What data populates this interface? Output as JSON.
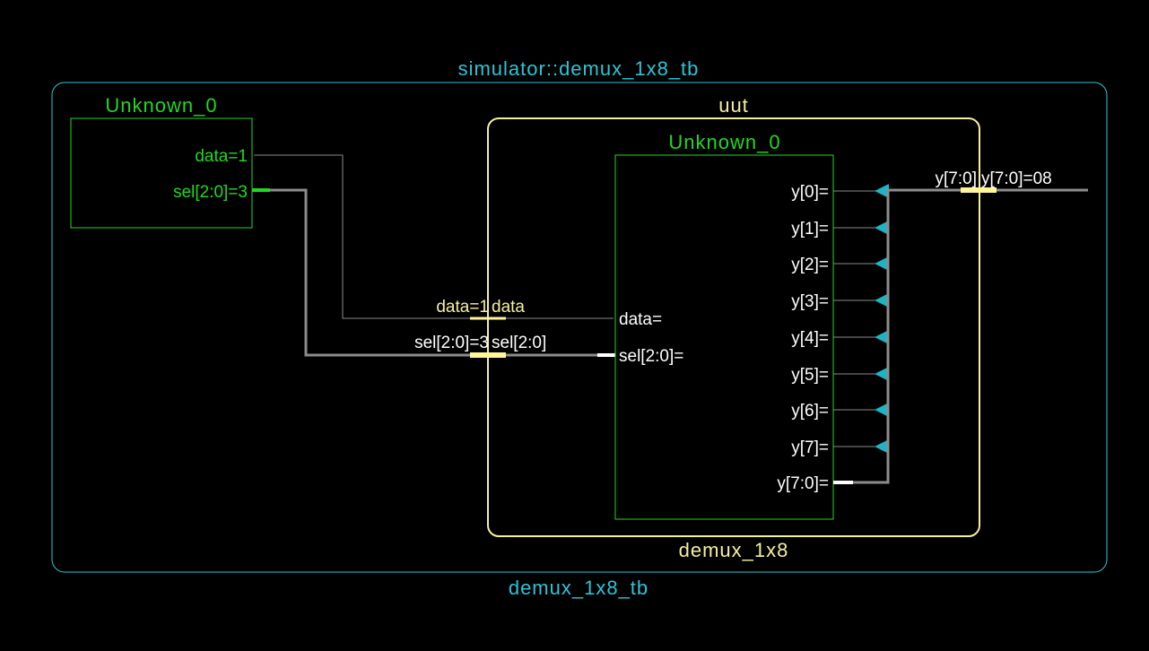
{
  "colors": {
    "background": "#000000",
    "testbench": "#2ec4d6",
    "instance": "#f5f0a0",
    "module": "#22d822",
    "label": "#ffffff",
    "wire_thin": "#8a8a8a",
    "bus": "#8c8c8c",
    "bus_tap": "#fff59a",
    "arrow": "#1fb3c4"
  },
  "testbench": {
    "top_title": "simulator::demux_1x8_tb",
    "bottom_title": "demux_1x8_tb"
  },
  "stimulus": {
    "title": "Unknown_0",
    "ports": [
      "data=1",
      "sel[2:0]=3"
    ]
  },
  "instance": {
    "top_title": "uut",
    "bottom_title": "demux_1x8",
    "module": {
      "title": "Unknown_0",
      "inputs": [
        "data=",
        "sel[2:0]="
      ],
      "outputs": [
        "y[0]=",
        "y[1]=",
        "y[2]=",
        "y[3]=",
        "y[4]=",
        "y[5]=",
        "y[6]=",
        "y[7]="
      ],
      "bus_output": "y[7:0]="
    },
    "input_taps": [
      {
        "outer": "data=1",
        "inner": "data"
      },
      {
        "outer": "sel[2:0]=3",
        "inner": "sel[2:0]"
      }
    ],
    "output_tap": {
      "inner": "y[7:0]",
      "outer": "y[7:0]=08"
    }
  }
}
